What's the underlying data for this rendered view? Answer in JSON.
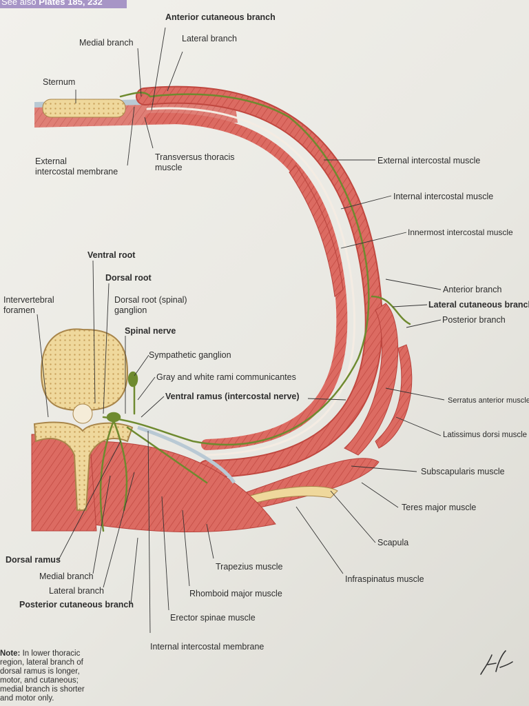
{
  "header": {
    "see_also_prefix": "See also",
    "see_also_plates": "Plates 185, 232"
  },
  "labels": {
    "anterior_cutaneous_branch": "Anterior cutaneous branch",
    "medial_branch_top": "Medial branch",
    "lateral_branch_top": "Lateral branch",
    "sternum": "Sternum",
    "external_intercostal_membrane": "External\nintercostal membrane",
    "transversus_thoracis": "Transversus thoracis\nmuscle",
    "external_intercostal_muscle": "External intercostal muscle",
    "internal_intercostal_muscle": "Internal intercostal muscle",
    "innermost_intercostal_muscle": "Innermost intercostal muscle",
    "ventral_root": "Ventral root",
    "dorsal_root": "Dorsal root",
    "intervertebral_foramen": "Intervertebral\nforamen",
    "dorsal_root_ganglion": "Dorsal root (spinal)\nganglion",
    "anterior_branch": "Anterior branch",
    "lateral_cutaneous_branch": "Lateral cutaneous branch",
    "posterior_branch": "Posterior branch",
    "spinal_nerve": "Spinal nerve",
    "sympathetic_ganglion": "Sympathetic ganglion",
    "rami_communicantes": "Gray and white rami communicantes",
    "ventral_ramus": "Ventral ramus (intercostal nerve)",
    "serratus_anterior": "Serratus anterior muscle",
    "latissimus_dorsi": "Latissimus dorsi muscle",
    "subscapularis": "Subscapularis muscle",
    "teres_major": "Teres major muscle",
    "scapula": "Scapula",
    "dorsal_ramus": "Dorsal ramus",
    "medial_branch_bottom": "Medial branch",
    "lateral_branch_bottom": "Lateral branch",
    "posterior_cutaneous_branch": "Posterior cutaneous branch",
    "trapezius": "Trapezius muscle",
    "rhomboid_major": "Rhomboid major muscle",
    "infraspinatus": "Infraspinatus muscle",
    "erector_spinae": "Erector spinae muscle",
    "internal_intercostal_membrane": "Internal intercostal membrane"
  },
  "note": {
    "title": "Note:",
    "text": "In lower thoracic region, lateral branch of dorsal ramus is longer, motor, and cutaneous; medial branch is shorter and motor only."
  },
  "colors": {
    "muscle": "#d9685f",
    "muscle_dark": "#b8423c",
    "nerve": "#6e8a2f",
    "bone": "#efd79a",
    "membrane": "#b9c9d4"
  }
}
